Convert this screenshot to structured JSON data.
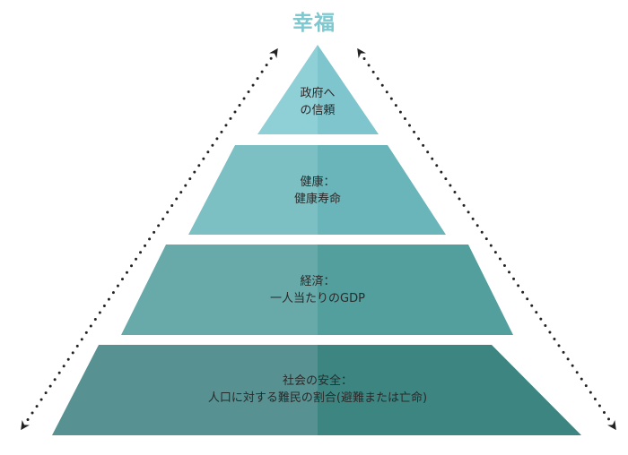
{
  "title": "幸福",
  "tiers": [
    {
      "line1": "政府へ",
      "line2": "の信頼",
      "colors": [
        "#8fcfd6",
        "#7fc5cd"
      ]
    },
    {
      "line1": "健康：",
      "line2": "健康寿命",
      "colors": [
        "#7cc0c4",
        "#6ab5b9"
      ]
    },
    {
      "line1": "経済：",
      "line2": "一人当たりのGDP",
      "colors": [
        "#67aaa9",
        "#529f9e"
      ]
    },
    {
      "line1": "社会の安全：",
      "line2": "人口に対する難民の割合(避難または亡命)",
      "colors": [
        "#579191",
        "#3d8581"
      ]
    }
  ]
}
